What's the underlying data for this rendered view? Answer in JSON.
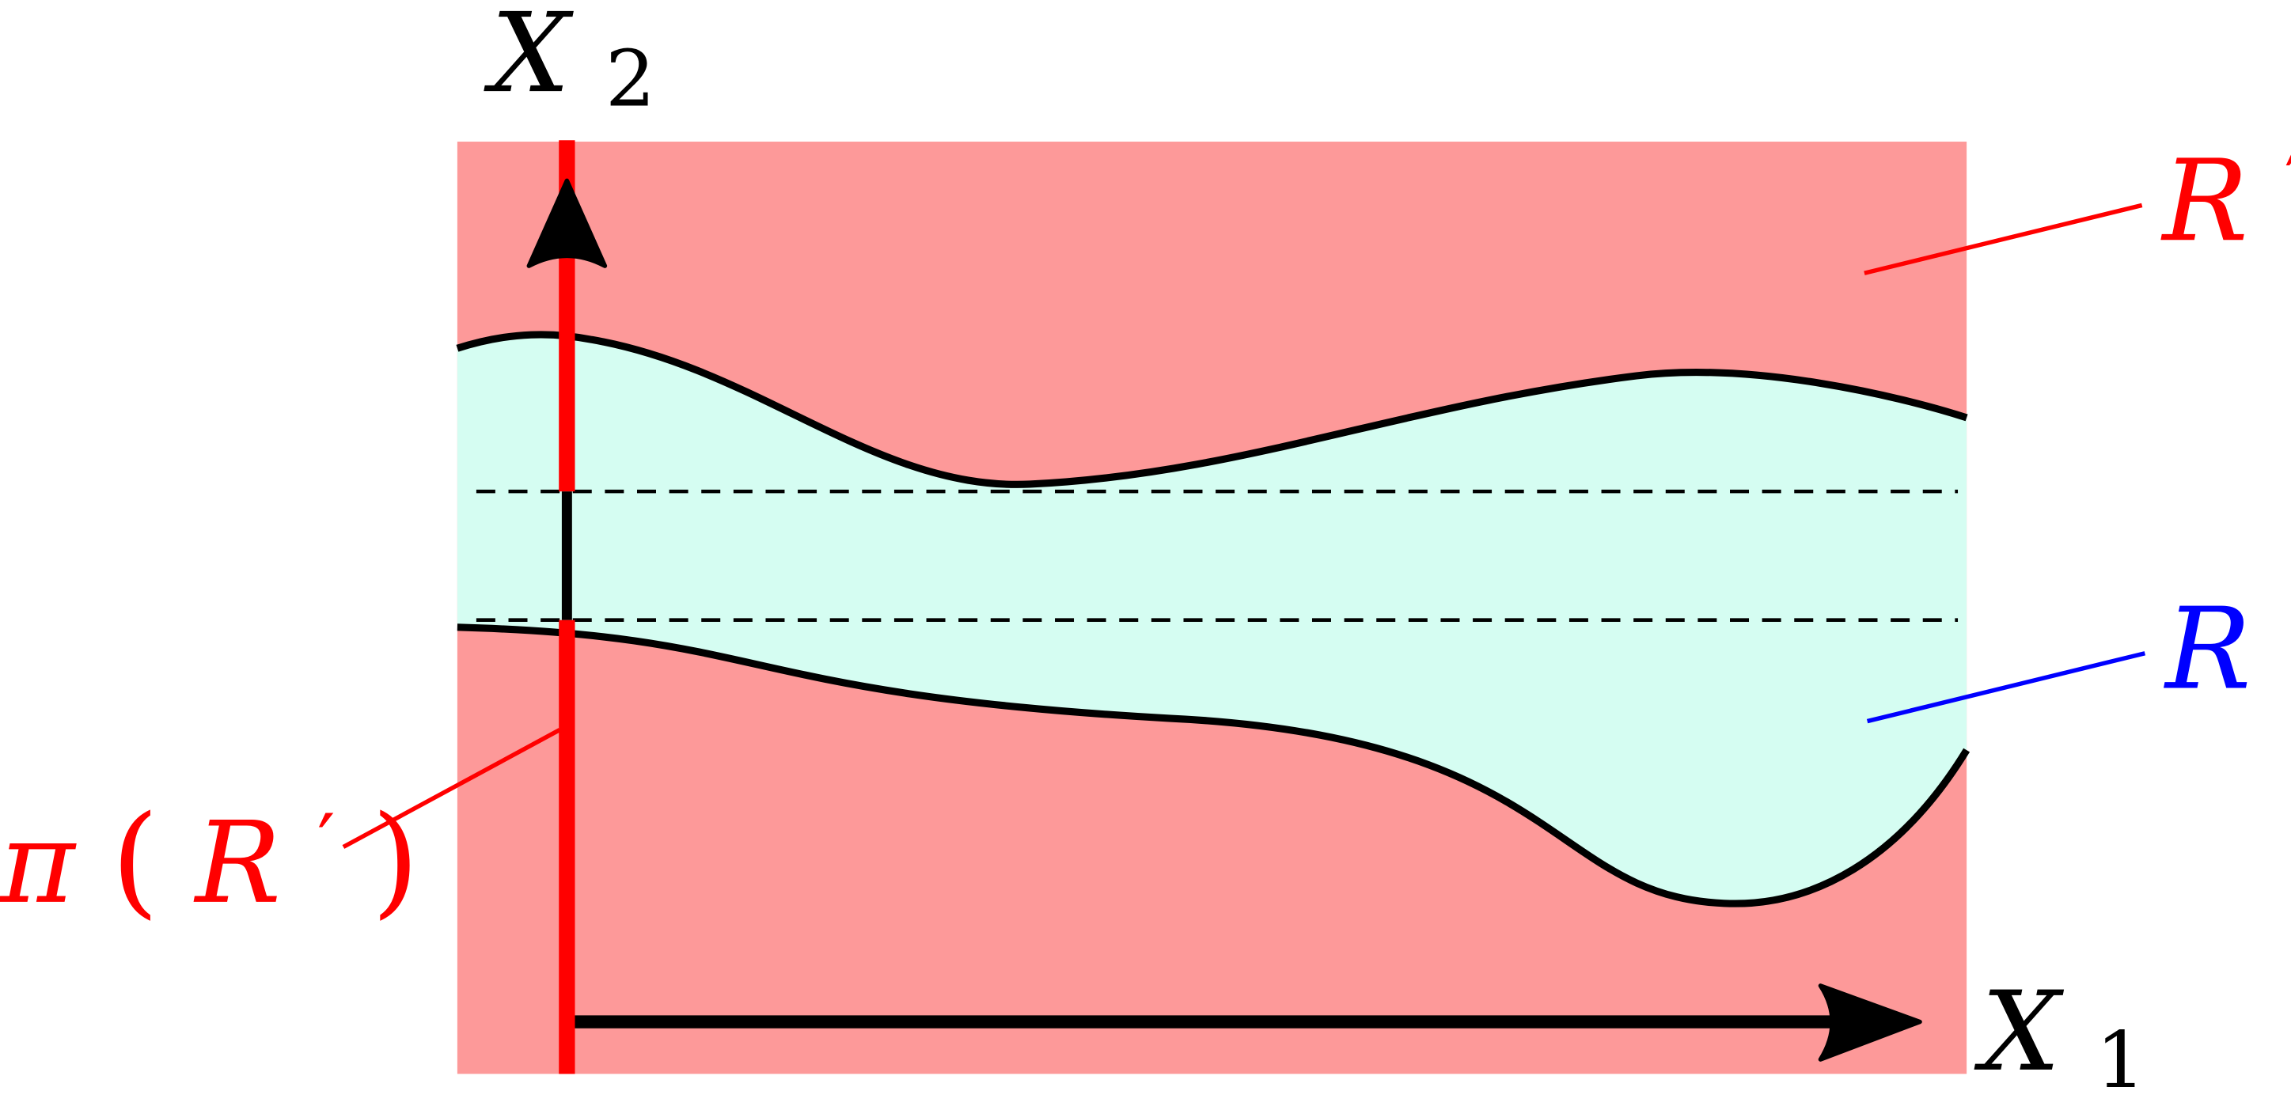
{
  "colors": {
    "outer_region": "#fd9999",
    "inner_region": "#d5fdf2",
    "boundary": "#000000",
    "projection": "#ff0000",
    "label_R_prime": "#ff0000",
    "label_R": "#0000ff",
    "label_pi": "#ff0000",
    "axes": "#000000"
  },
  "labels": {
    "x2_main": "X",
    "x2_sub": "2",
    "x1_main": "X",
    "x1_sub": "1",
    "r_prime_main": "R",
    "r_prime_mark": "′",
    "r_main": "R",
    "pi_text": "π",
    "pi_open": "(",
    "pi_arg": "R",
    "pi_prime": "′",
    "pi_close": ")"
  }
}
